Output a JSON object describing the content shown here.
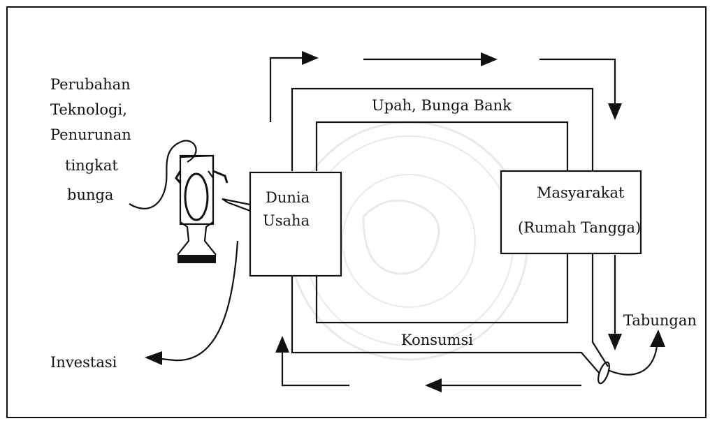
{
  "labels": {
    "left_caption": [
      "Perubahan",
      "Teknologi,",
      "Penurunan",
      "tingkat",
      "bunga"
    ],
    "investasi": "Investasi",
    "upah": "Upah, Bunga Bank",
    "konsumsi": "Konsumsi",
    "tabungan": "Tabungan"
  },
  "boxes": {
    "dunia_usaha": [
      "Dunia",
      "Usaha"
    ],
    "masyarakat": [
      "Masyarakat",
      "(Rumah Tangga)"
    ]
  },
  "icons": {
    "pump": "pump-valve-icon",
    "watermark": "university-seal-watermark-icon"
  }
}
